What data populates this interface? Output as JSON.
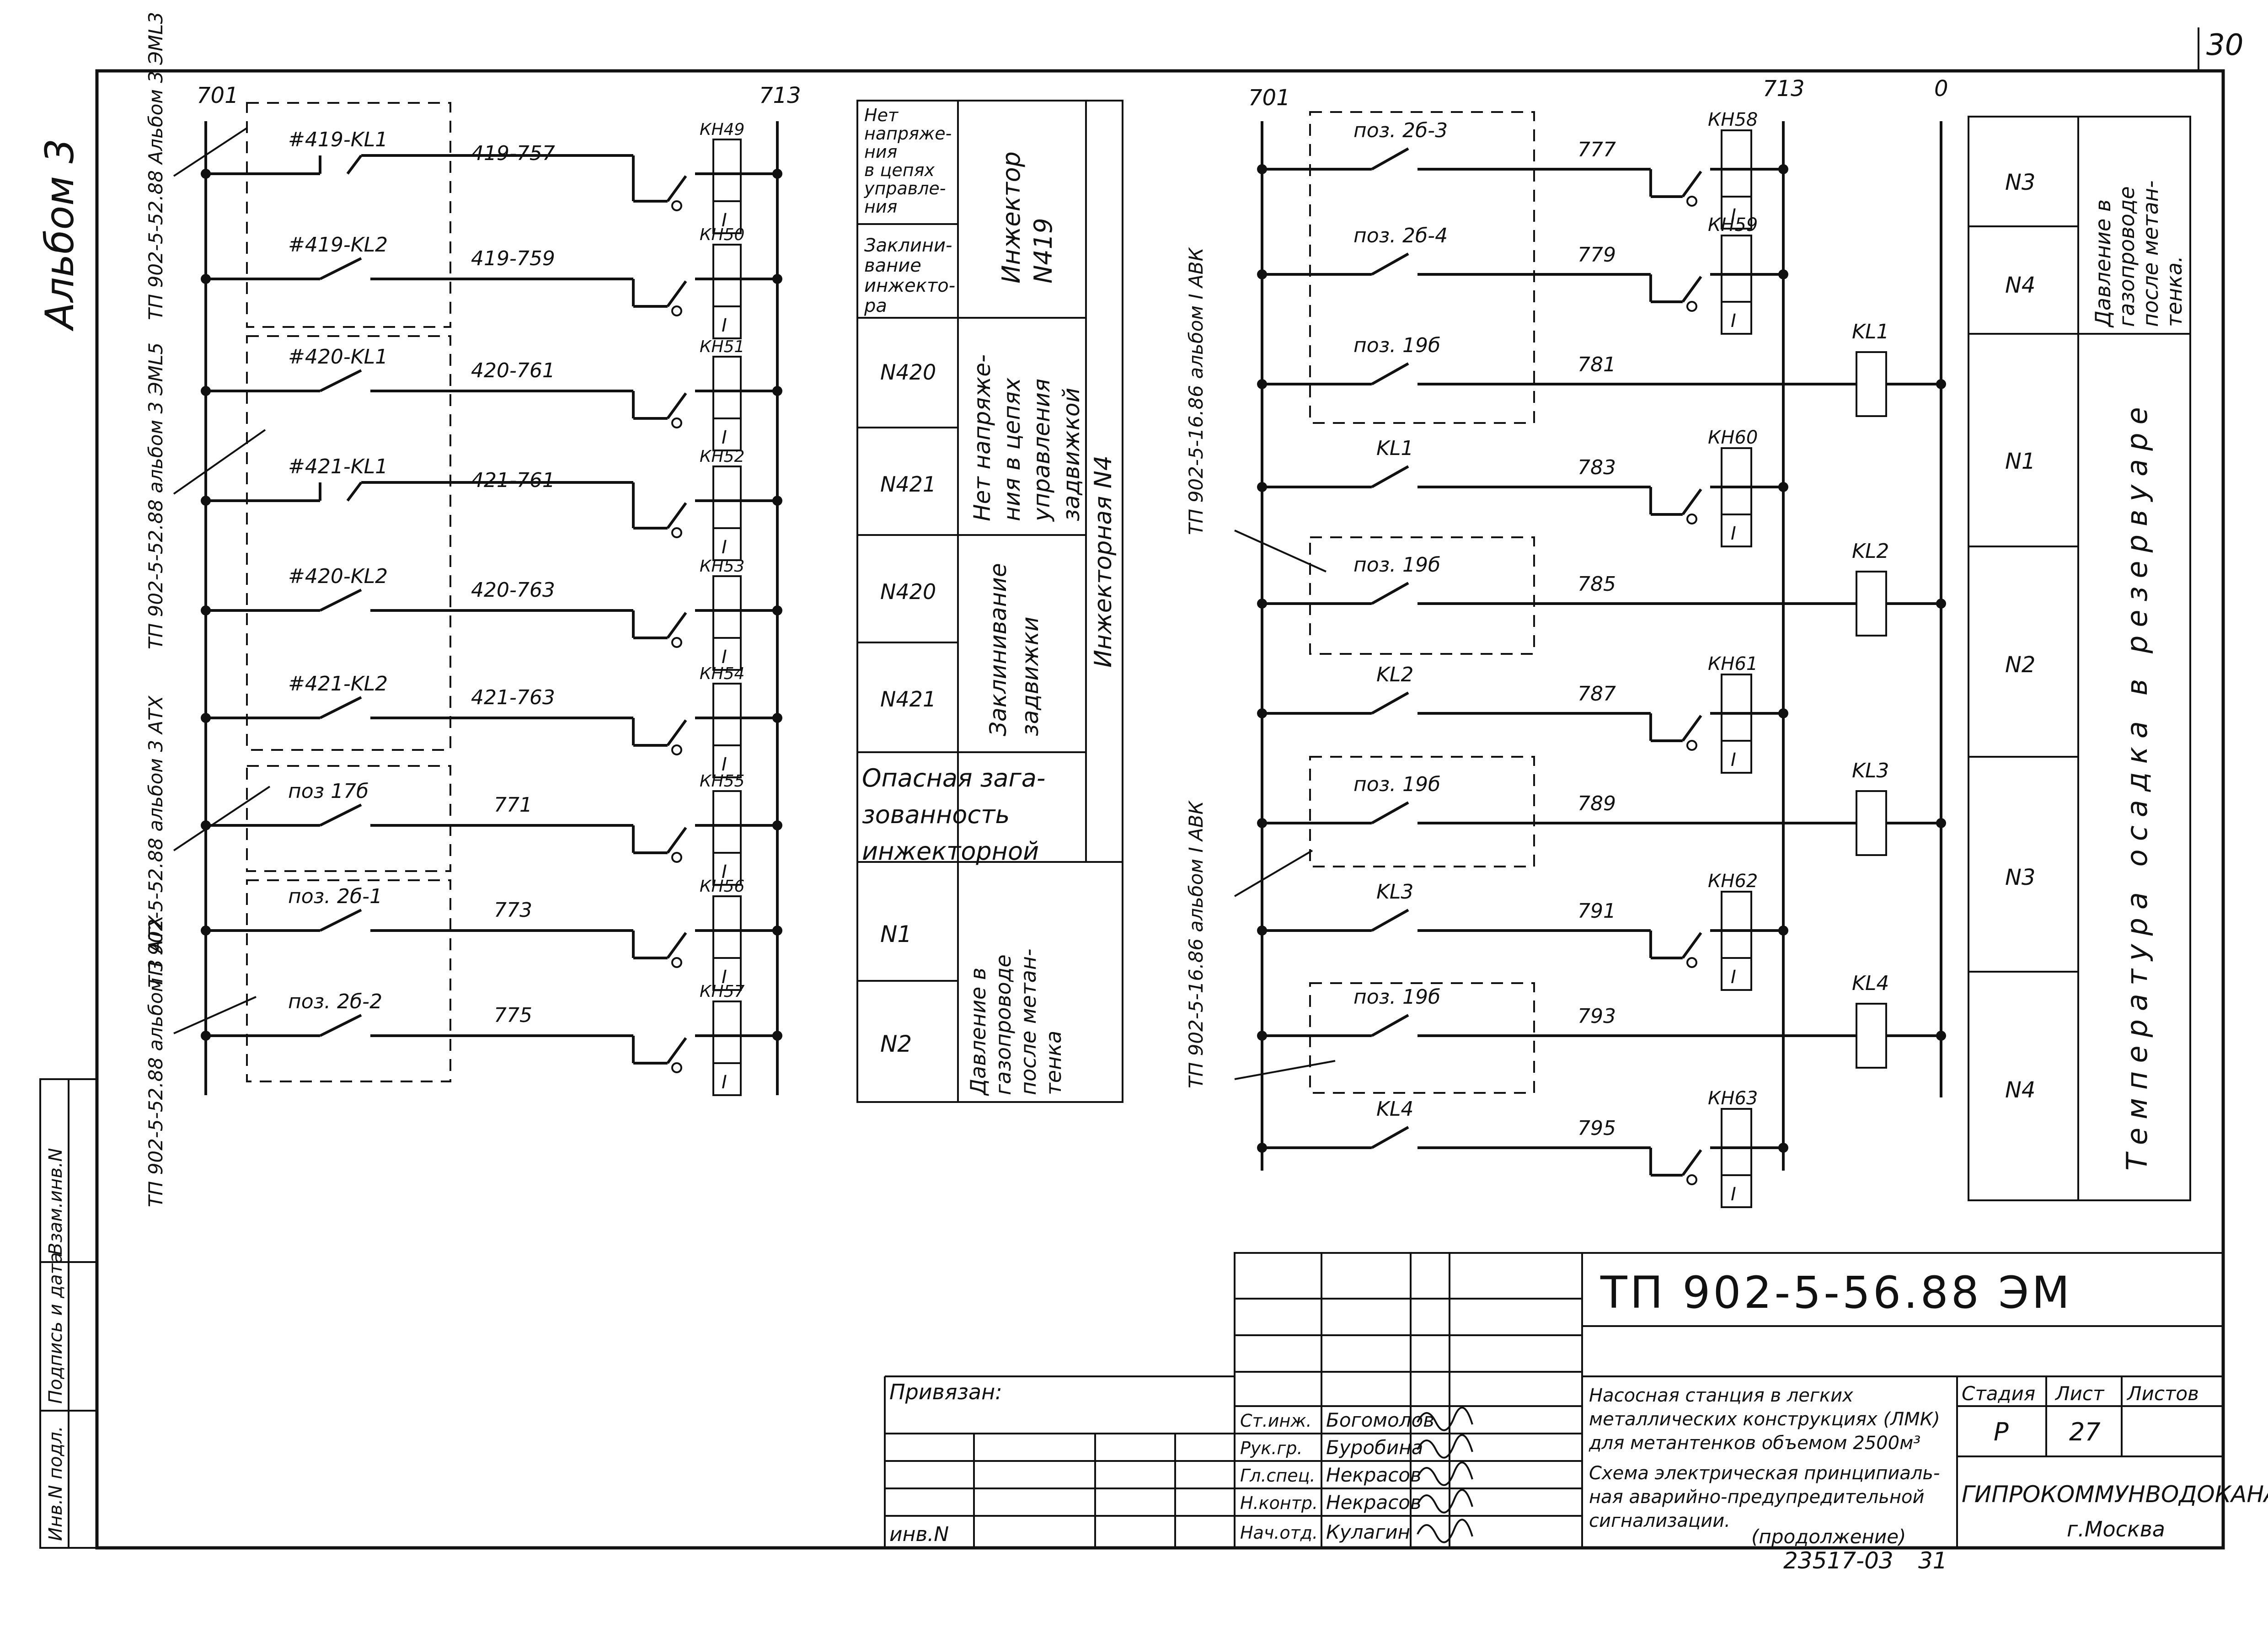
{
  "page_number": "30",
  "album_label": "Альбом 3",
  "left_bus": {
    "left": "701",
    "right": "713"
  },
  "right_bus": {
    "left": "701",
    "right": "713",
    "zero": "0"
  },
  "left_refs": {
    "r1": "ТП 902-5-52.88 Альбом 3 ЭМL3",
    "r2": "ТП 902-5-52.88 альбом 3 ЭМL5",
    "r3": "ТП 902-5-52.88 альбом 3 АТХ",
    "r4": "ТП 902-5-52.88 альбом 3 АТХ"
  },
  "right_refs": {
    "r1": "ТП 902-5-16.86 альбом I АВК",
    "r2": "ТП 902-5-16.86 альбом I АВК"
  },
  "left_rungs": [
    {
      "contact": "#419-KL1",
      "wire": "419-757",
      "relay": "КН49"
    },
    {
      "contact": "#419-KL2",
      "wire": "419-759",
      "relay": "КН50"
    },
    {
      "contact": "#420-KL1",
      "wire": "420-761",
      "relay": "КН51"
    },
    {
      "contact": "#421-KL1",
      "wire": "421-761",
      "relay": "КН52"
    },
    {
      "contact": "#420-KL2",
      "wire": "420-763",
      "relay": "КН53"
    },
    {
      "contact": "#421-KL2",
      "wire": "421-763",
      "relay": "КН54"
    },
    {
      "contact": "поз 17б",
      "wire": "771",
      "relay": "КН55"
    },
    {
      "contact": "поз. 2б-1",
      "wire": "773",
      "relay": "КН56"
    },
    {
      "contact": "поз. 2б-2",
      "wire": "775",
      "relay": "КН57"
    }
  ],
  "right_rungs": [
    {
      "contact": "поз. 2б-3",
      "wire": "777",
      "relay": "КН58"
    },
    {
      "contact": "поз. 2б-4",
      "wire": "779",
      "relay": "КН59"
    },
    {
      "contact": "поз. 19б",
      "wire": "781",
      "relay": "KL1"
    },
    {
      "contact": "KL1",
      "wire": "783",
      "relay": "КН60"
    },
    {
      "contact": "поз. 19б",
      "wire": "785",
      "relay": "KL2"
    },
    {
      "contact": "KL2",
      "wire": "787",
      "relay": "КН61"
    },
    {
      "contact": "поз. 19б",
      "wire": "789",
      "relay": "KL3"
    },
    {
      "contact": "KL3",
      "wire": "791",
      "relay": "КН62"
    },
    {
      "contact": "поз. 19б",
      "wire": "793",
      "relay": "KL4"
    },
    {
      "contact": "KL4",
      "wire": "795",
      "relay": "КН63"
    }
  ],
  "coil_mark": "I",
  "mid_table": {
    "r1_lines": [
      "Нет",
      "напряже-",
      "ния",
      "в цепях",
      "управле-",
      "ния"
    ],
    "r2_lines": [
      "Заклини-",
      "вание",
      "инжекто-",
      "ра"
    ],
    "injector_lines": [
      "Инжектор",
      "N419"
    ],
    "n420": "N420",
    "n421": "N421",
    "n420b": "N420",
    "n421b": "N421",
    "no_voltage_lines": [
      "Нет напряже-",
      "ния в цепях",
      "управления",
      "задвижкой"
    ],
    "jamming_lines": [
      "Заклинивание",
      "задвижки"
    ],
    "injector_n4": "Инжекторная N4",
    "danger_lines": [
      "Опасная зага-",
      "зованность",
      "инжекторной"
    ],
    "n1": "N1",
    "n2": "N2",
    "pressure_lines": [
      "Давление в",
      "газопроводе",
      "после метан-",
      "тенка"
    ]
  },
  "right_table": {
    "n3": "N3",
    "n4": "N4",
    "n1": "N1",
    "n2": "N2",
    "n3b": "N3",
    "n4b": "N4",
    "pressure_lines": [
      "Давление в",
      "газопроводе",
      "после метан-",
      "тенка."
    ],
    "temp_label": "Температура осадка в резервуаре"
  },
  "stamp": {
    "code": "ТП 902-5-56.88 ЭМ",
    "privyazan": "Привязан:",
    "inv_n": "инв.N",
    "roles": [
      "Ст.инж.",
      "Рук.гр.",
      "Гл.спец.",
      "Н.контр.",
      "Нач.отд."
    ],
    "names": [
      "Богомолов",
      "Буробина",
      "Некрасов",
      "Некрасов",
      "Кулагин"
    ],
    "project_lines": [
      "Насосная станция в легких",
      "металлических конструкциях (ЛМК)",
      "для метантенков объемом 2500м³"
    ],
    "sheet_lines": [
      "Схема электрическая принципиаль-",
      "ная аварийно-предупредительной",
      "сигнализации."
    ],
    "continuation": "(продолжение)",
    "stage_h": "Стадия",
    "sheet_h": "Лист",
    "sheets_h": "Листов",
    "stage": "Р",
    "sheet": "27",
    "org": "ГИПРОКОММУНВОДОКАНАЛ",
    "city": "г.Москва",
    "archive": "23517-03",
    "archive_page": "31"
  },
  "side_stamp": [
    "Инв.N подл.",
    "Подпись и дата",
    "Взам.инв.N"
  ]
}
